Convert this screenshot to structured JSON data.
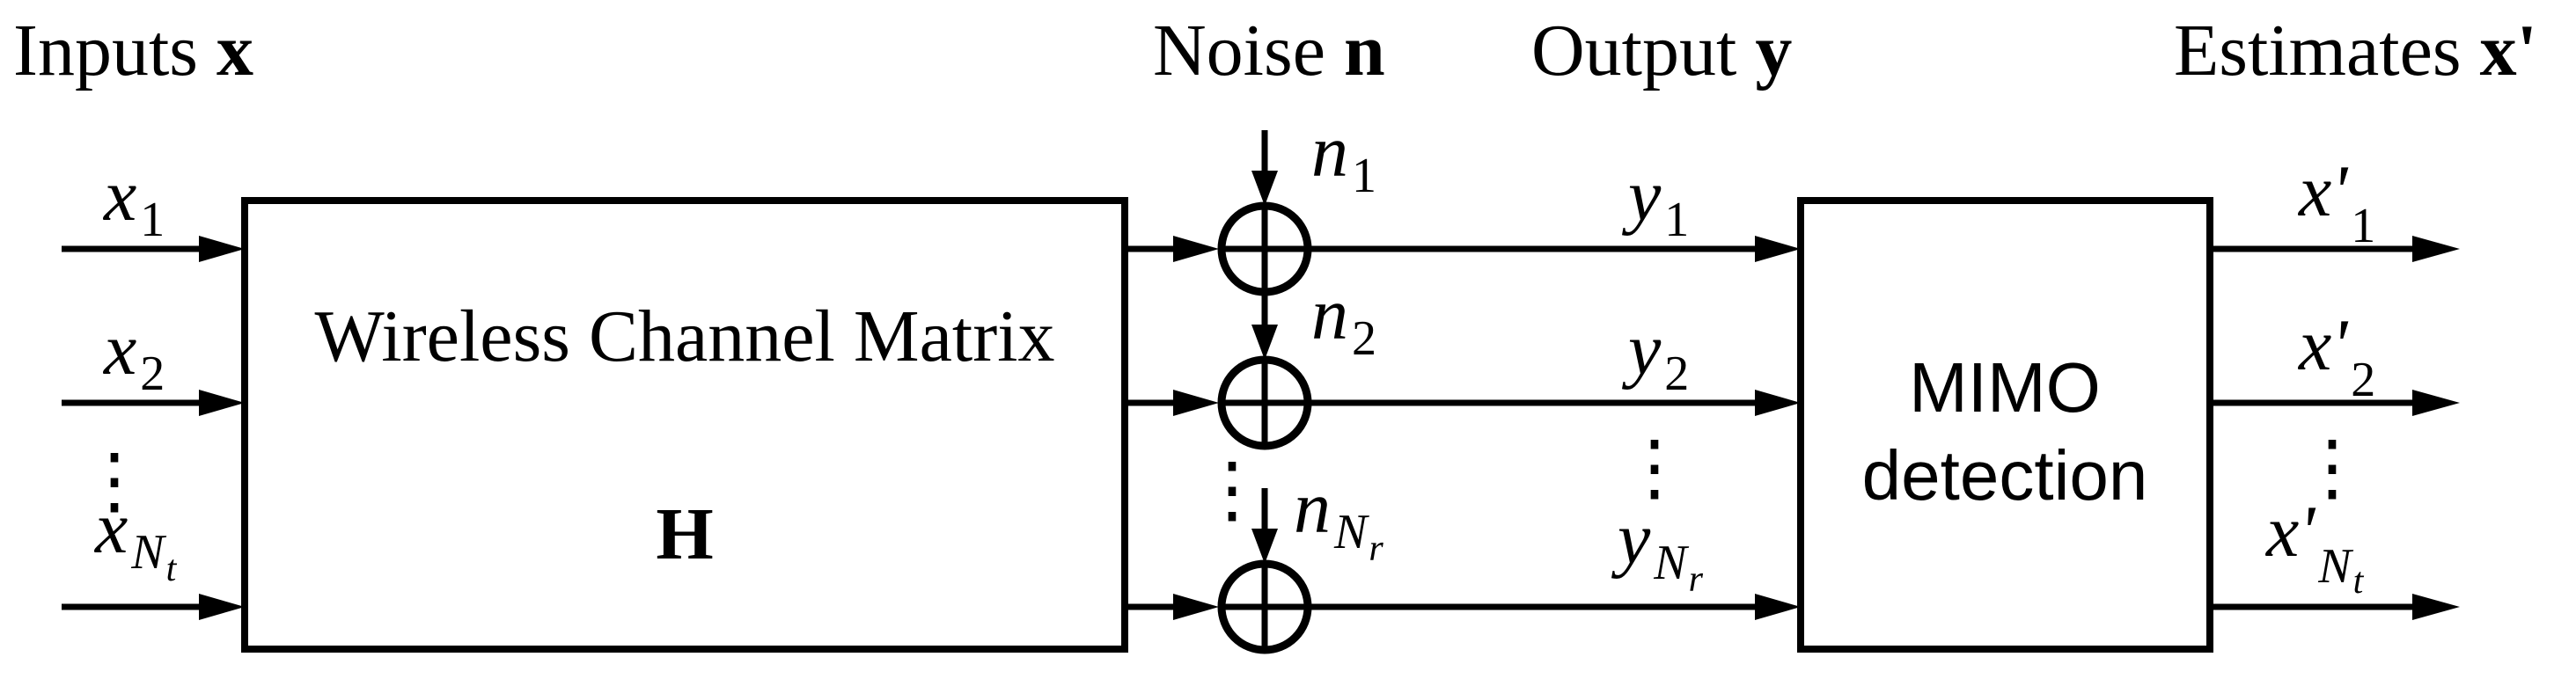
{
  "headers": {
    "inputs": {
      "label": "Inputs",
      "symbol": "x"
    },
    "noise": {
      "label": "Noise",
      "symbol": "n"
    },
    "output": {
      "label": "Output",
      "symbol": "y"
    },
    "estimates": {
      "label": "Estimates",
      "symbol": "x'"
    }
  },
  "channel_block": {
    "title": "Wireless Channel Matrix",
    "symbol": "H"
  },
  "detector_block": {
    "line1": "MIMO",
    "line2": "detection"
  },
  "inputs": [
    {
      "var": "x",
      "sub": "1",
      "subsub": ""
    },
    {
      "var": "x",
      "sub": "2",
      "subsub": ""
    },
    {
      "var": "x",
      "sub": "N",
      "subsub": "t"
    }
  ],
  "noises": [
    {
      "var": "n",
      "sub": "1",
      "subsub": ""
    },
    {
      "var": "n",
      "sub": "2",
      "subsub": ""
    },
    {
      "var": "n",
      "sub": "N",
      "subsub": "r"
    }
  ],
  "outputs": [
    {
      "var": "y",
      "sub": "1",
      "subsub": ""
    },
    {
      "var": "y",
      "sub": "2",
      "subsub": ""
    },
    {
      "var": "y",
      "sub": "N",
      "subsub": "r"
    }
  ],
  "estimates": [
    {
      "var": "x'",
      "sub": "1",
      "subsub": ""
    },
    {
      "var": "x'",
      "sub": "2",
      "subsub": ""
    },
    {
      "var": "x'",
      "sub": "N",
      "subsub": "t"
    }
  ],
  "ellipsis": "⋮"
}
